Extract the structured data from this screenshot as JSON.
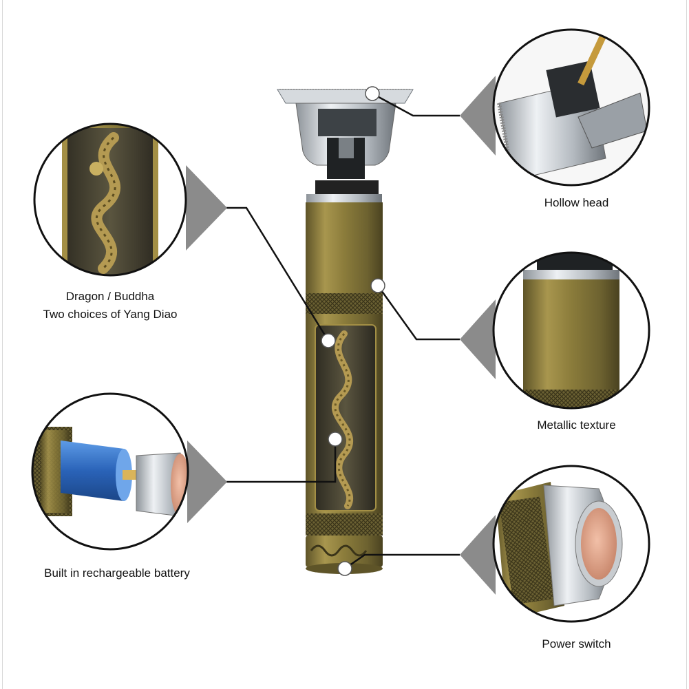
{
  "features": {
    "hollow_head": {
      "label": "Hollow head"
    },
    "dragon": {
      "line1": "Dragon / Buddha",
      "line2": "Two choices of Yang Diao"
    },
    "metallic": {
      "label": "Metallic texture"
    },
    "battery": {
      "label": "Built in rechargeable battery"
    },
    "power": {
      "label": "Power switch"
    }
  },
  "colors": {
    "background": "#ffffff",
    "gold_bronze": "#8a7a3a",
    "dark_bronze": "#3e3a2a",
    "chrome": "#c8cdd2",
    "battery_blue": "#2f6fc9",
    "copper_button": "#e0a58a",
    "connector_line": "#111111"
  }
}
